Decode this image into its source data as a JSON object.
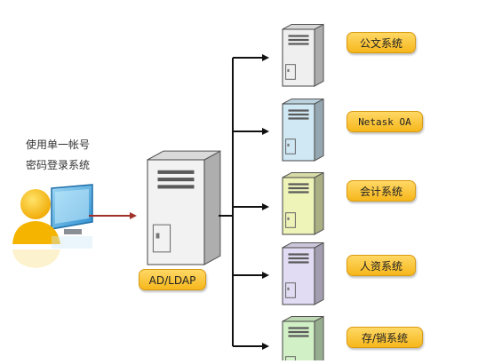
{
  "user": {
    "caption_line1": "使用单一帐号",
    "caption_line2": "密码登录系统"
  },
  "central_server": {
    "label": "AD/LDAP",
    "color": "#f2f2f2"
  },
  "systems": [
    {
      "label": "公文系统",
      "color": "#efefef",
      "mono": false
    },
    {
      "label": "Netask OA",
      "color": "#cfe8f4",
      "mono": true
    },
    {
      "label": "会计系统",
      "color": "#eef3b8",
      "mono": false
    },
    {
      "label": "人资系统",
      "color": "#e1dcf3",
      "mono": false
    },
    {
      "label": "存/销系统",
      "color": "#d2f0c6",
      "mono": false
    }
  ],
  "colors": {
    "pill_fill": "#f8c43a",
    "connector": "#111111",
    "user_arrow": "#a0322a",
    "user_figure": "#f5b400"
  }
}
